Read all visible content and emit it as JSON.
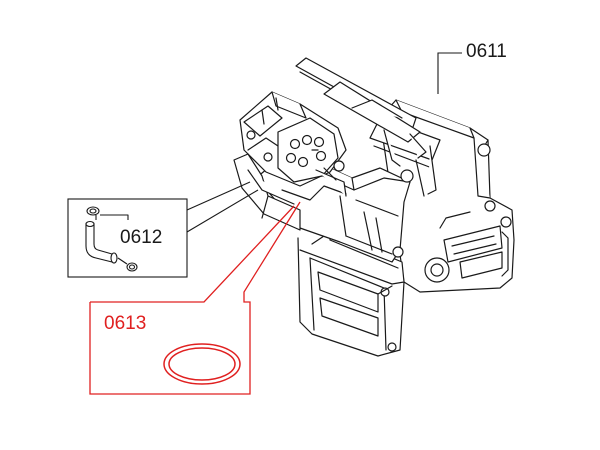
{
  "parts": [
    {
      "id": "housing",
      "number": "0611"
    },
    {
      "id": "elbow-connector",
      "number": "0612"
    },
    {
      "id": "o-ring",
      "number": "0613"
    }
  ],
  "colors": {
    "line": "#1a1a1a",
    "highlight": "#e02020",
    "background": "#ffffff"
  }
}
